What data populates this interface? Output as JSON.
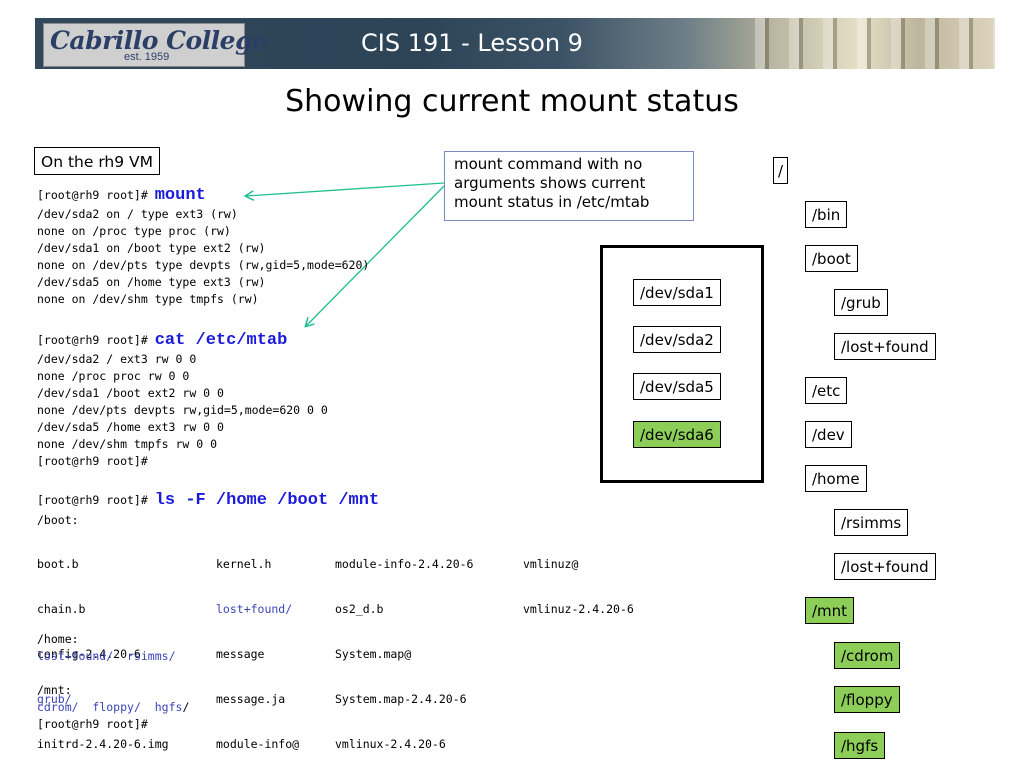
{
  "header": {
    "logo_name": "Cabrillo College",
    "logo_est": "est. 1959",
    "course": "CIS 191 - Lesson 9"
  },
  "slide": {
    "title": "Showing current mount status",
    "vm_label": "On the rh9 VM",
    "callout": [
      "mount command with no",
      "arguments shows current",
      "mount status in /etc/mtab"
    ]
  },
  "terminal": {
    "prompt": "[root@rh9 root]#",
    "cmd_mount": "mount",
    "mount_output": [
      "/dev/sda2 on / type ext3 (rw)",
      "none on /proc type proc (rw)",
      "/dev/sda1 on /boot type ext2 (rw)",
      "none on /dev/pts type devpts (rw,gid=5,mode=620)",
      "/dev/sda5 on /home type ext3 (rw)",
      "none on /dev/shm type tmpfs (rw)"
    ],
    "cmd_cat": "cat /etc/mtab",
    "cat_output": [
      "/dev/sda2 / ext3 rw 0 0",
      "none /proc proc rw 0 0",
      "/dev/sda1 /boot ext2 rw 0 0",
      "none /dev/pts devpts rw,gid=5,mode=620 0 0",
      "/dev/sda5 /home ext3 rw 0 0",
      "none /dev/shm tmpfs rw 0 0"
    ],
    "cmd_ls": "ls -F /home /boot /mnt",
    "boot_header": "/boot:",
    "boot_col1": [
      "boot.b",
      "chain.b",
      "config-2.4.20-6",
      "grub/",
      "initrd-2.4.20-6.img"
    ],
    "boot_col2": [
      "kernel.h",
      "lost+found/",
      "message",
      "message.ja",
      "module-info@"
    ],
    "boot_col3": [
      "module-info-2.4.20-6",
      "os2_d.b",
      "System.map@",
      "System.map-2.4.20-6",
      "vmlinux-2.4.20-6"
    ],
    "boot_col4": [
      "vmlinuz@",
      "vmlinuz-2.4.20-6"
    ],
    "home_header": "/home:",
    "home_items": [
      "lost+found/",
      "rsimms/"
    ],
    "mnt_header": "/mnt:",
    "mnt_items": [
      "cdrom/",
      "floppy/",
      "hgfs"
    ],
    "mnt_trailing_slash": "/"
  },
  "devices": [
    "/dev/sda1",
    "/dev/sda2",
    "/dev/sda5",
    "/dev/sda6"
  ],
  "tree": {
    "root": "/",
    "bin": "/bin",
    "boot": "/boot",
    "grub": "/grub",
    "boot_lost": "/lost+found",
    "etc": "/etc",
    "dev": "/dev",
    "home": "/home",
    "rsimms": "/rsimms",
    "home_lost": "/lost+found",
    "mnt": "/mnt",
    "cdrom": "/cdrom",
    "floppy": "/floppy",
    "hgfs": "/hgfs"
  },
  "colors": {
    "highlight_green": "#8cce58",
    "command_blue": "#1a1adb",
    "arrow_teal": "#1fbf8f"
  }
}
